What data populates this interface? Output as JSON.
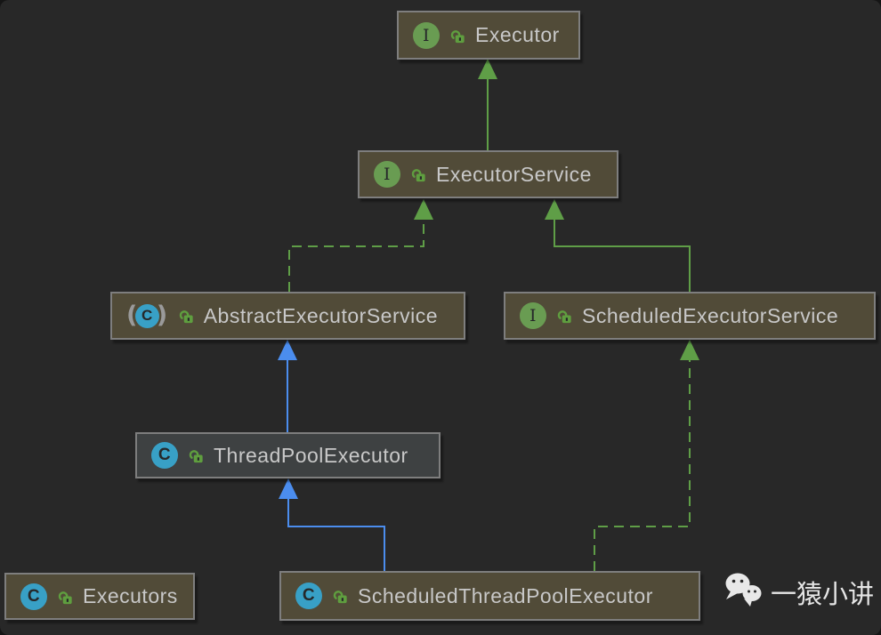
{
  "diagram": {
    "kind": "uml-class-hierarchy",
    "nodes": [
      {
        "id": "executor",
        "label": "Executor",
        "type": "interface",
        "visibility": "public"
      },
      {
        "id": "executor-service",
        "label": "ExecutorService",
        "type": "interface",
        "visibility": "public"
      },
      {
        "id": "abstract-executor-service",
        "label": "AbstractExecutorService",
        "type": "abstract-class",
        "visibility": "public"
      },
      {
        "id": "scheduled-executor-service",
        "label": "ScheduledExecutorService",
        "type": "interface",
        "visibility": "public"
      },
      {
        "id": "thread-pool-executor",
        "label": "ThreadPoolExecutor",
        "type": "class",
        "visibility": "public"
      },
      {
        "id": "executors",
        "label": "Executors",
        "type": "class",
        "visibility": "public"
      },
      {
        "id": "scheduled-thread-pool-executor",
        "label": "ScheduledThreadPoolExecutor",
        "type": "class",
        "visibility": "public"
      }
    ],
    "edges": [
      {
        "from": "ExecutorService",
        "to": "Executor",
        "relation": "extends",
        "line": "solid"
      },
      {
        "from": "AbstractExecutorService",
        "to": "ExecutorService",
        "relation": "implements",
        "line": "dashed"
      },
      {
        "from": "ScheduledExecutorService",
        "to": "ExecutorService",
        "relation": "extends",
        "line": "solid"
      },
      {
        "from": "ThreadPoolExecutor",
        "to": "AbstractExecutorService",
        "relation": "extends",
        "line": "solid"
      },
      {
        "from": "ScheduledThreadPoolExecutor",
        "to": "ThreadPoolExecutor",
        "relation": "extends",
        "line": "solid"
      },
      {
        "from": "ScheduledThreadPoolExecutor",
        "to": "ScheduledExecutorService",
        "relation": "implements",
        "line": "dashed"
      }
    ]
  },
  "icons": {
    "interface_letter": "I",
    "class_letter": "C",
    "abstract_paren_open": "(",
    "abstract_paren_close": ")"
  },
  "palette": {
    "canvas": "#282828",
    "node_fill": "#514B38",
    "node_fill_highlight": "#3E4142",
    "node_border": "#7E7E7E",
    "node_text": "#C8C8C8",
    "interface_badge": "#699C52",
    "class_badge": "#38A0C6",
    "lock_green": "#5F9E3F",
    "green": "#5F9E47",
    "blue": "#4B8DEE"
  },
  "watermark": {
    "text": "一猿小讲",
    "icon": "wechat-icon"
  }
}
